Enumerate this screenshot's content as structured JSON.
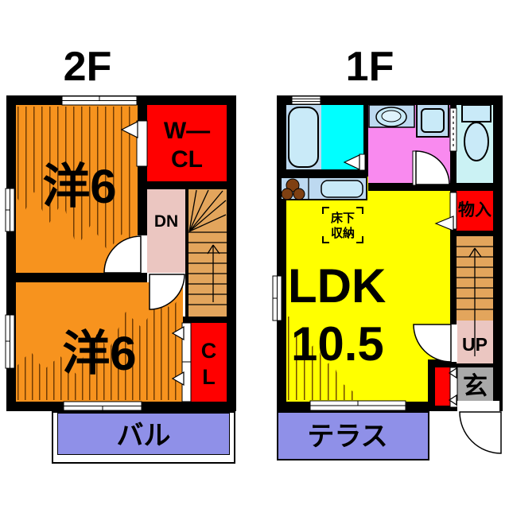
{
  "floor2": {
    "title": "2F",
    "room_upper": "洋6",
    "room_lower": "洋6",
    "wcl_line1": "W―",
    "wcl_line2": "CL",
    "stair_label": "DN",
    "closet_line1": "C",
    "closet_line2": "L",
    "balcony": "バル"
  },
  "floor1": {
    "title": "1F",
    "ldk_line1": "LDK",
    "ldk_line2": "10.5",
    "underfloor_line1": "床下",
    "underfloor_line2": "収納",
    "storage": "物入",
    "stair_label": "UP",
    "entrance": "玄",
    "terrace": "テラス"
  },
  "colors": {
    "wall": "#000000",
    "room_orange": "#F7931E",
    "closet_red": "#FF0000",
    "landing_pink": "#EBC6C1",
    "stair_tread": "#E3A55C",
    "balcony_purple": "#8F90E8",
    "ldk_yellow": "#FFFF00",
    "washroom_cyan": "#00FFFF",
    "bath_blue": "#BDD9F0",
    "fixture_blue": "#C9EAF8",
    "powder_pink": "#F98AEF",
    "toilet_blue": "#CBF2F4",
    "entrance_gray": "#A9A9A9",
    "burner_brown": "#7F4012"
  }
}
